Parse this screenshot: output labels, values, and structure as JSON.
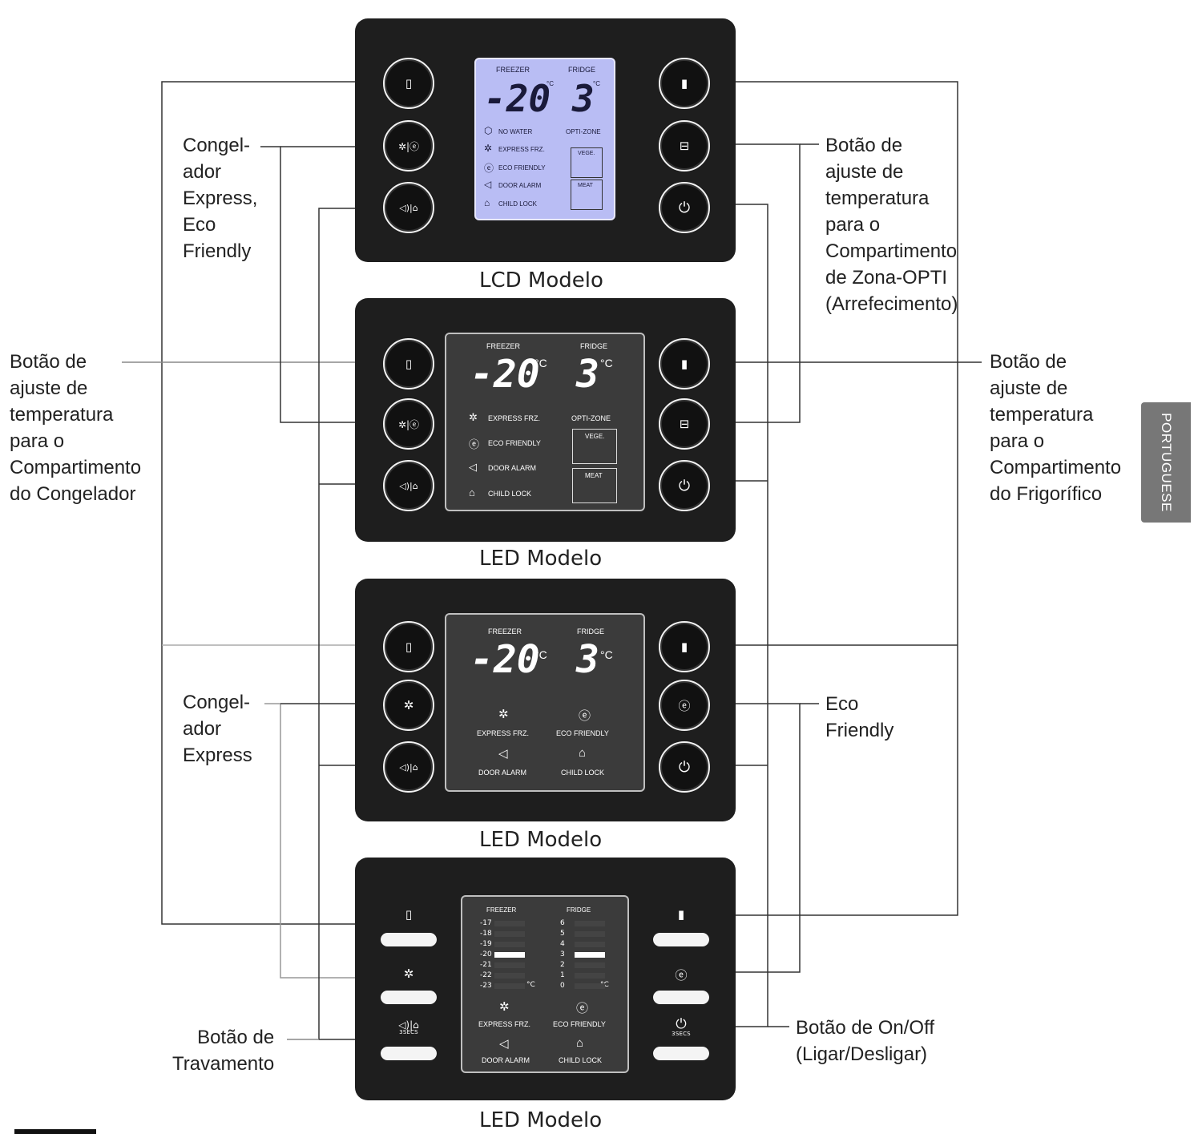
{
  "captions": {
    "lcd": "LCD Modelo",
    "led1": "LED Modelo",
    "led2": "LED Modelo",
    "led3": "LED Modelo"
  },
  "annotations": {
    "express_eco": "Congel-\nador\nExpress,\nEco\nFriendly",
    "freezer_temp": "Botão de\najuste de\ntemperatura\npara o\nCompartimento\ndo Congelador",
    "express": "Congel-\nador\nExpress",
    "lock": "Botão de\nTravamento",
    "optizone": "Botão de\najuste de\ntemperatura\npara o\nCompartimento\nde Zona-OPTI\n(Arrefecimento)",
    "fridge_temp": "Botão de\najuste de\ntemperatura\npara o\nCompartimento\ndo Frigorífico",
    "eco": "Eco\nFriendly",
    "onoff": "Botão de On/Off\n(Ligar/Desligar)"
  },
  "side_tab": "PORTUGUESE",
  "display": {
    "freezer": "FREEZER",
    "fridge": "FRIDGE",
    "freezer_temp": "-20",
    "fridge_temp": "3",
    "unit": "°C",
    "no_water": "NO WATER",
    "opti_zone": "OPTI-ZONE",
    "express_frz": "EXPRESS FRZ.",
    "eco_friendly": "ECO FRIENDLY",
    "door_alarm": "DOOR ALARM",
    "child_lock": "CHILD LOCK",
    "vege": "VEGE.",
    "meat": "MEAT",
    "hold_label": "3SECS"
  },
  "levels": {
    "freezer": [
      "-17",
      "-18",
      "-19",
      "-20",
      "-21",
      "-22",
      "-23"
    ],
    "fridge": [
      "6",
      "5",
      "4",
      "3",
      "2",
      "1",
      "0"
    ],
    "freezer_active": "-20",
    "fridge_active": "3",
    "unit": "°C"
  },
  "icons": {
    "freezer_button": "freezer-icon",
    "fridge_button": "fridge-icon",
    "opti_button": "opti-zone-icon",
    "express_button": "snowflake-icon",
    "eco_button": "eco-icon",
    "alarm_lock_button": "speaker-lock-icon",
    "power_button": "power-icon"
  }
}
